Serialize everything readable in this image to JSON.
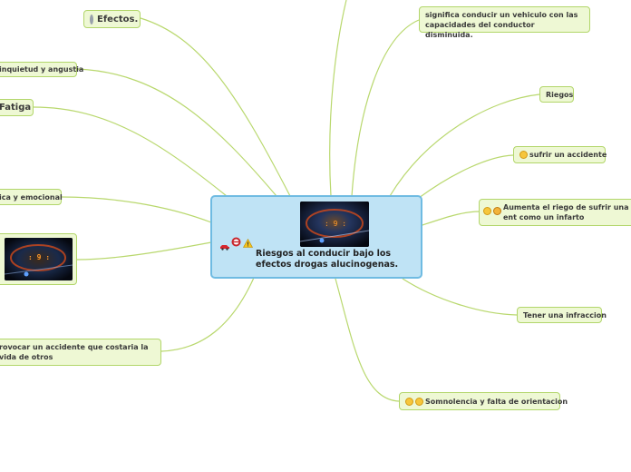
{
  "colors": {
    "branch_line": "#b9d86e",
    "node_fill": "#eef8d4",
    "node_border": "#b2d66a",
    "central_fill": "#bfe3f5",
    "central_border": "#6fbbe2"
  },
  "central": {
    "title": "Riesgos al conducir bajo los efectos drogas alucinogenas.",
    "image": "speedometer-photo",
    "stickers": [
      "car-icon",
      "no-entry-icon",
      "warning-icon"
    ]
  },
  "nodes": {
    "efectos": "Efectos.",
    "inquietud": "inquietud y angustia",
    "fatiga": "Fatiga",
    "emocional": "ica y emocional",
    "provocar": "rovocar un accidente que costaria la vida de otros",
    "significa": "significa conducir un vehiculo con las capacidades del conductor disminuida.",
    "riegos": "Riegos",
    "accidente": "sufrir un accidente",
    "aumenta": "Aumenta el riego de sufrir una ent como un infarto",
    "infraccion": "Tener una infraccion",
    "somnolencia": "Somnolencia y falta de orientacion"
  }
}
